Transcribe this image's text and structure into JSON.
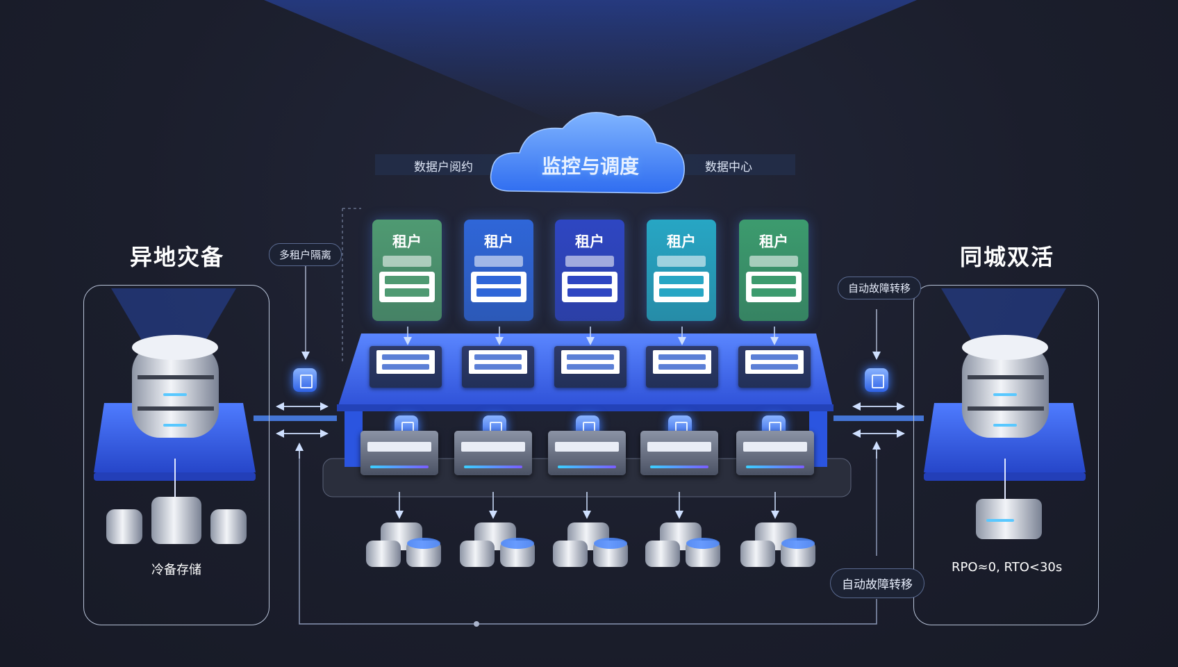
{
  "cloud": {
    "label": "监控与调度",
    "left_label": "数据户阅约",
    "right_label": "数据中心"
  },
  "left": {
    "title": "异地灾备",
    "caption": "冷备存储",
    "pill": "多租户隔离"
  },
  "right": {
    "title": "同城双活",
    "caption": "RPO≈0, RTO<30s",
    "pill_top": "自动故障转移",
    "pill_bottom": "自动故障转移"
  },
  "tenants": [
    {
      "name": "租户",
      "color": "#4f9a72"
    },
    {
      "name": "租户",
      "color": "#2f66d8"
    },
    {
      "name": "租户",
      "color": "#2e46c2"
    },
    {
      "name": "租户",
      "color": "#27a6c4"
    },
    {
      "name": "租户",
      "color": "#3c9b6e"
    }
  ],
  "colors": {
    "accent": "#3b6cf5",
    "background": "#1a1d2b",
    "glow": "#4f8bff"
  }
}
